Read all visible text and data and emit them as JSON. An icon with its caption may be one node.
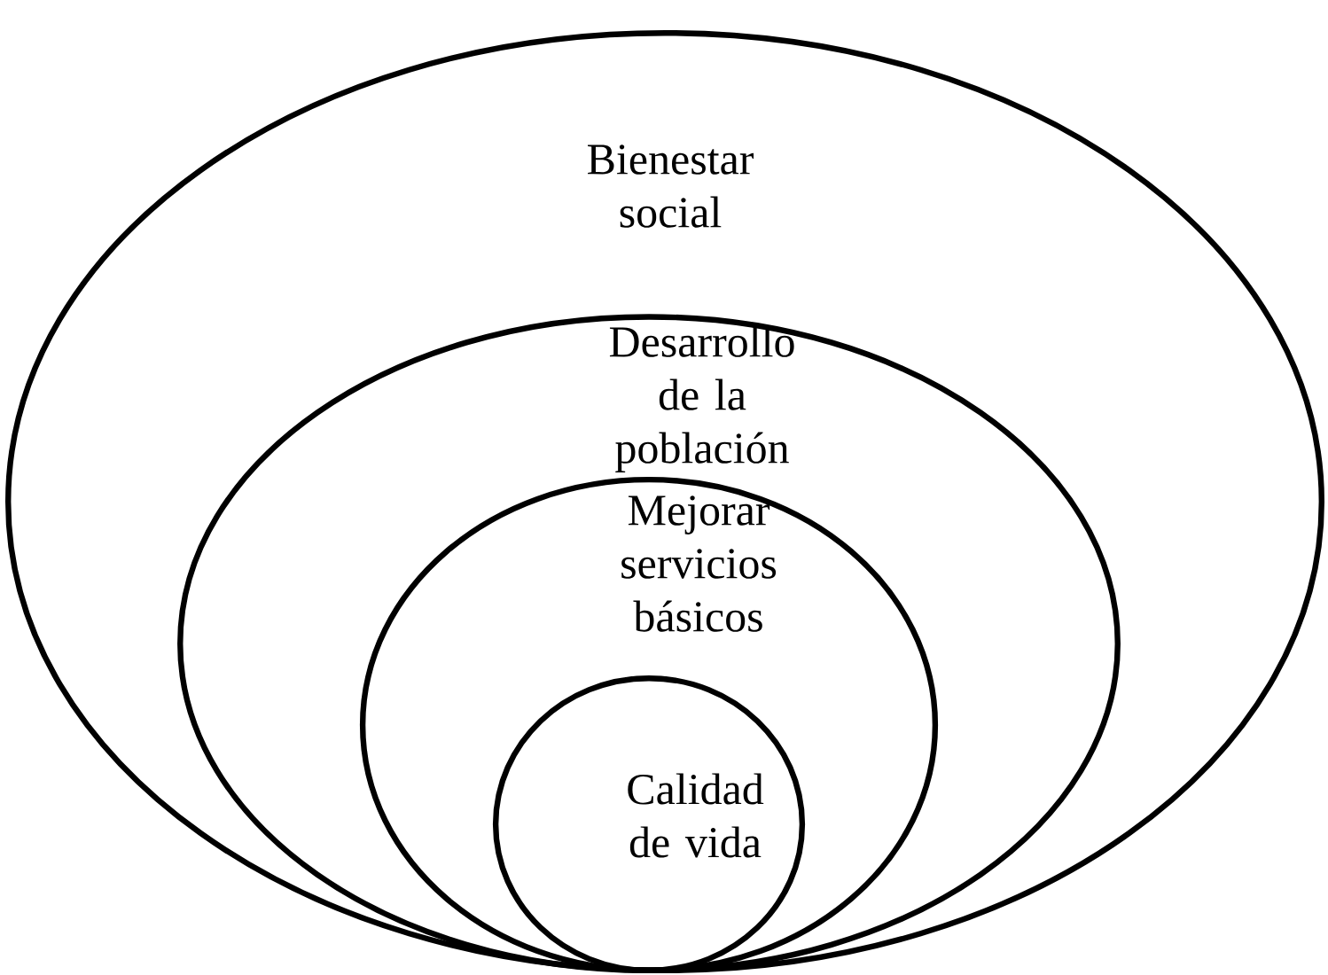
{
  "diagram": {
    "nodes": [
      {
        "text": [
          "Bienestar social"
        ]
      },
      {
        "text": [
          "Desarrollo de la población"
        ],
        "in": 0
      },
      {
        "text": [
          "Mejorar servicios básicos"
        ],
        "in": 1
      },
      {
        "text": [
          "Calidad de vida"
        ],
        "in": 2
      }
    ]
  }
}
